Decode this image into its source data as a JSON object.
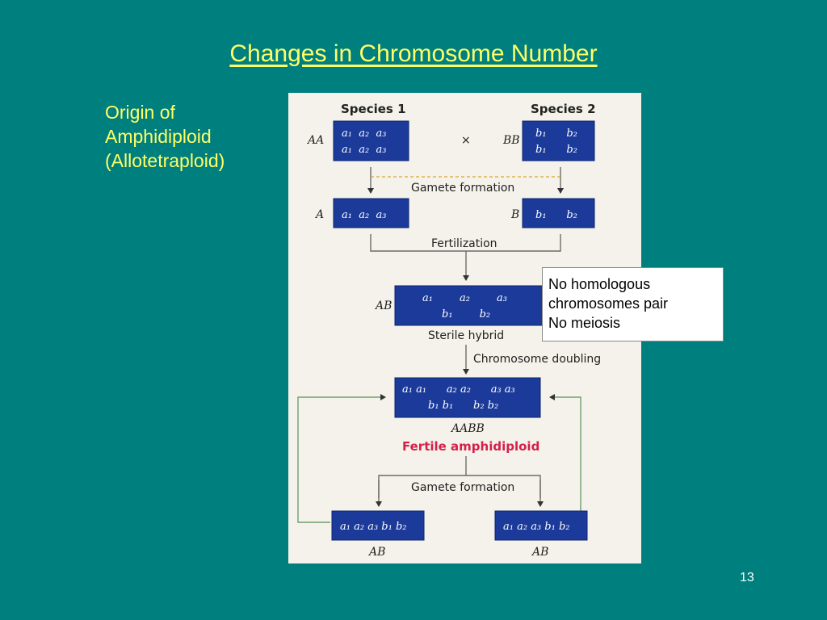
{
  "slide": {
    "title": "Changes in Chromosome Number",
    "subtitle_lines": [
      "Origin of",
      "Amphidiploid",
      "(Allotetraploid)"
    ],
    "page_number": "13",
    "note_lines": [
      "No homologous",
      "chromosomes pair",
      "No meiosis"
    ]
  },
  "diagram": {
    "species1_label": "Species 1",
    "species2_label": "Species 2",
    "cross_symbol": "×",
    "parent1": {
      "genotype": "AA",
      "rows": [
        "a₁  a₂  a₃",
        "a₁  a₂  a₃"
      ]
    },
    "parent2": {
      "genotype": "BB",
      "rows": [
        "b₁      b₂",
        "b₁      b₂"
      ]
    },
    "step1_label": "Gamete formation",
    "gamete1": {
      "genotype": "A",
      "rows": [
        "a₁  a₂  a₃"
      ]
    },
    "gamete2": {
      "genotype": "B",
      "rows": [
        "b₁      b₂"
      ]
    },
    "step2_label": "Fertilization",
    "hybrid": {
      "genotype": "AB",
      "rows": [
        "a₁        a₂        a₃",
        "b₁        b₂"
      ]
    },
    "hybrid_label": "Sterile hybrid",
    "step3_label": "Chromosome doubling",
    "amphidiploid": {
      "rows": [
        "a₁ a₁      a₂ a₂      a₃ a₃",
        "b₁ b₁      b₂ b₂"
      ]
    },
    "amphidiploid_genotype": "AABB",
    "amphidiploid_label": "Fertile amphidiploid",
    "step4_label": "Gamete formation",
    "gamete_left": {
      "rows": [
        "a₁ a₂ a₃ b₁ b₂"
      ],
      "genotype": "AB"
    },
    "gamete_right": {
      "rows": [
        "a₁ a₂ a₃ b₁ b₂"
      ],
      "genotype": "AB"
    },
    "colors": {
      "box": "#1b3a9a",
      "highlight": "#d4204a",
      "background": "#007f7f",
      "title": "#ffff66"
    }
  }
}
